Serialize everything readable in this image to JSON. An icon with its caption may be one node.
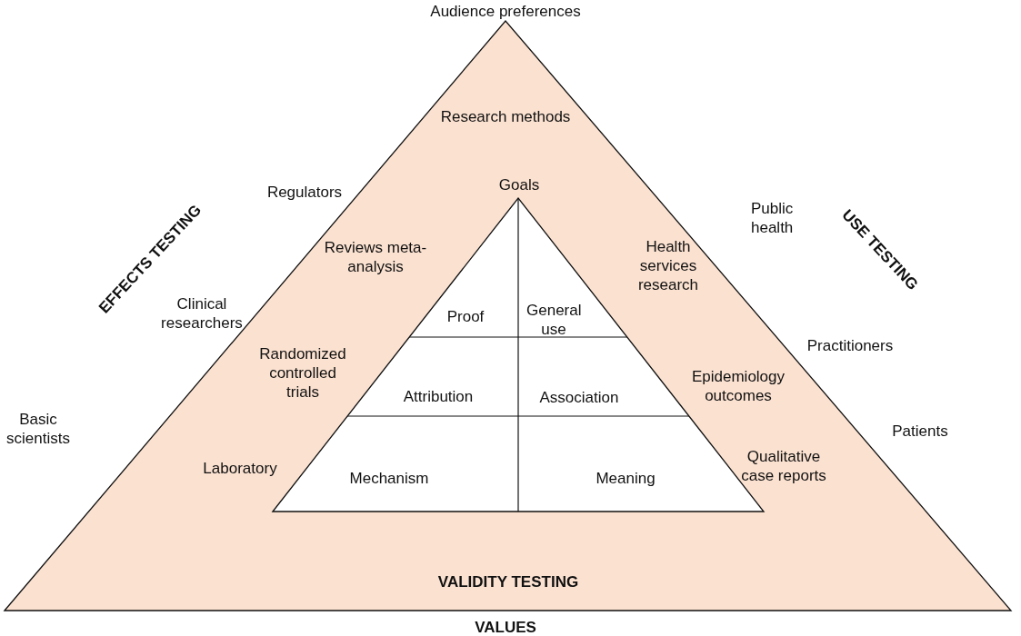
{
  "diagram": {
    "nodes": [
      {
        "text": [
          "Research methods",
          "Reviews meta-analysis",
          "Randomized controlled trials",
          "Laboratory",
          "Health services research",
          "Epidemiology outcomes",
          "Qualitative case reports",
          "VALIDITY TESTING"
        ]
      },
      {
        "text": [
          "Goals"
        ],
        "in": 0
      },
      {
        "text": [
          "Proof"
        ],
        "in": 1
      },
      {
        "text": [
          "General use"
        ],
        "in": 1
      },
      {
        "text": [
          "Attribution"
        ],
        "in": 1
      },
      {
        "text": [
          "Association"
        ],
        "in": 1
      },
      {
        "text": [
          "Mechanism"
        ],
        "in": 1
      },
      {
        "text": [
          "Meaning"
        ],
        "in": 1
      }
    ],
    "edges": [],
    "labels": [
      "Audience preferences",
      "EFFECTS TESTING",
      "Regulators",
      "Public health",
      "USE TESTING",
      "Clinical researchers",
      "Practitioners",
      "Basic scientists",
      "Patients",
      "VALUES"
    ]
  }
}
